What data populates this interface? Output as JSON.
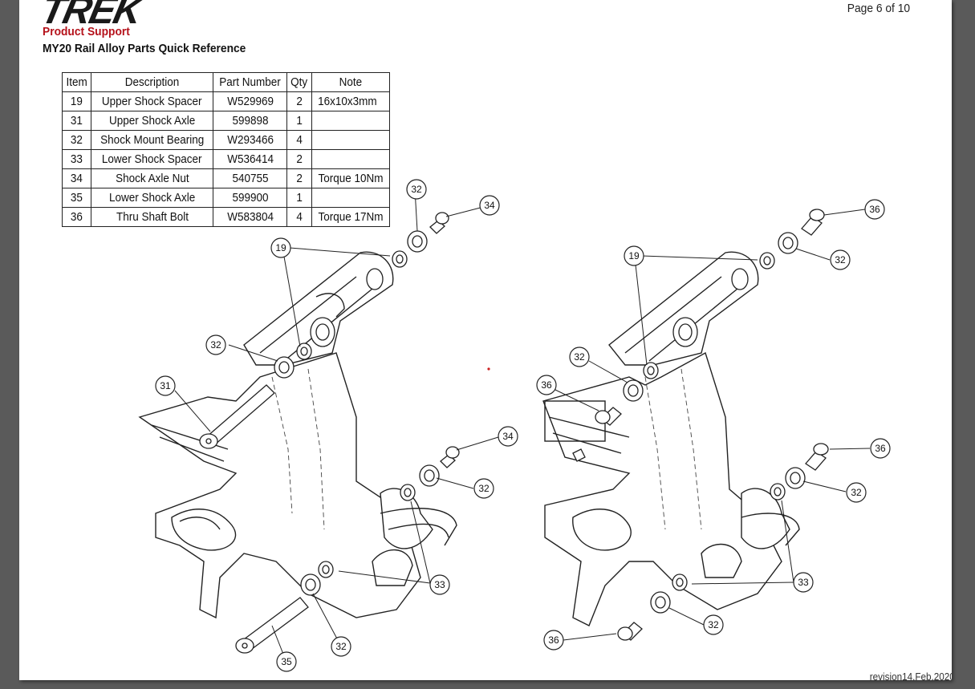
{
  "header": {
    "logo_text": "TREK",
    "subtitle": "Product Support",
    "title": "MY20 Rail Alloy Parts Quick Reference",
    "page_number": "Page 6 of 10"
  },
  "footer": {
    "revision": "revision14.Feb.2020"
  },
  "colors": {
    "brand_red": "#b5121b",
    "viewer_background": "#5a5a5a"
  },
  "parts_table": {
    "columns": [
      "Item",
      "Description",
      "Part Number",
      "Qty",
      "Note"
    ],
    "rows": [
      [
        "19",
        "Upper Shock Spacer",
        "W529969",
        "2",
        "16x10x3mm"
      ],
      [
        "31",
        "Upper Shock Axle",
        "599898",
        "1",
        ""
      ],
      [
        "32",
        "Shock Mount Bearing",
        "W293466",
        "4",
        ""
      ],
      [
        "33",
        "Lower Shock Spacer",
        "W536414",
        "2",
        ""
      ],
      [
        "34",
        "Shock Axle Nut",
        "540755",
        "2",
        "Torque 10Nm"
      ],
      [
        "35",
        "Lower Shock Axle",
        "599900",
        "1",
        ""
      ],
      [
        "36",
        "Thru Shaft Bolt",
        "W583804",
        "4",
        "Torque 17Nm"
      ]
    ]
  },
  "callouts": {
    "left": [
      "32",
      "34",
      "19",
      "32",
      "31",
      "34",
      "32",
      "33",
      "32",
      "35"
    ],
    "right": [
      "36",
      "32",
      "19",
      "32",
      "36",
      "36",
      "32",
      "33",
      "36",
      "32"
    ]
  }
}
